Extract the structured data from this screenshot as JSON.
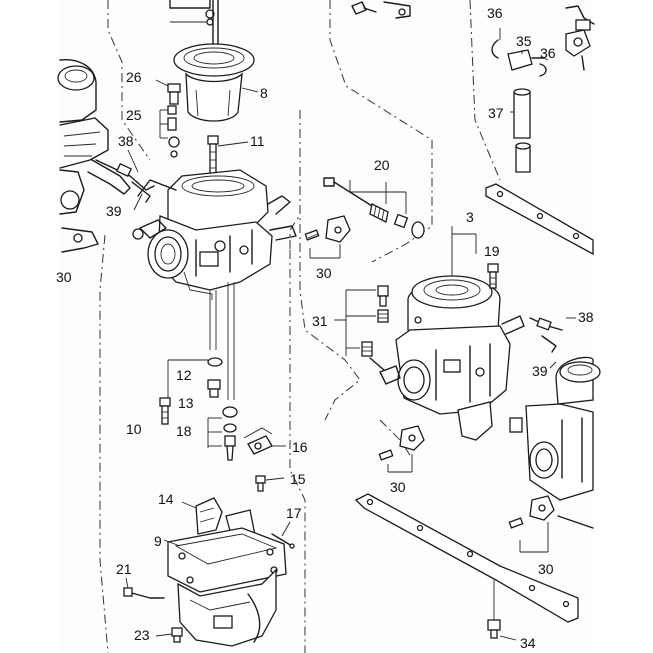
{
  "callouts": [
    {
      "id": "c36a",
      "text": "36"
    },
    {
      "id": "c35",
      "text": "35"
    },
    {
      "id": "c36b",
      "text": "36"
    },
    {
      "id": "c26",
      "text": "26"
    },
    {
      "id": "c8",
      "text": "8"
    },
    {
      "id": "c25",
      "text": "25"
    },
    {
      "id": "c37",
      "text": "37"
    },
    {
      "id": "c11",
      "text": "11"
    },
    {
      "id": "c38a",
      "text": "38"
    },
    {
      "id": "c20",
      "text": "20"
    },
    {
      "id": "c39a",
      "text": "39"
    },
    {
      "id": "c3",
      "text": "3"
    },
    {
      "id": "c19",
      "text": "19"
    },
    {
      "id": "c30a",
      "text": "30"
    },
    {
      "id": "c80",
      "text": "30"
    },
    {
      "id": "c31",
      "text": "31"
    },
    {
      "id": "c38b",
      "text": "38"
    },
    {
      "id": "c39b",
      "text": "39"
    },
    {
      "id": "c12",
      "text": "12"
    },
    {
      "id": "c13",
      "text": "13"
    },
    {
      "id": "c10",
      "text": "10"
    },
    {
      "id": "c18",
      "text": "18"
    },
    {
      "id": "c16",
      "text": "16"
    },
    {
      "id": "c15",
      "text": "15"
    },
    {
      "id": "c30b",
      "text": "30"
    },
    {
      "id": "c14",
      "text": "14"
    },
    {
      "id": "c17",
      "text": "17"
    },
    {
      "id": "c9",
      "text": "9"
    },
    {
      "id": "c30c",
      "text": "30"
    },
    {
      "id": "c21",
      "text": "21"
    },
    {
      "id": "c23",
      "text": "23"
    },
    {
      "id": "c34",
      "text": "34"
    }
  ]
}
